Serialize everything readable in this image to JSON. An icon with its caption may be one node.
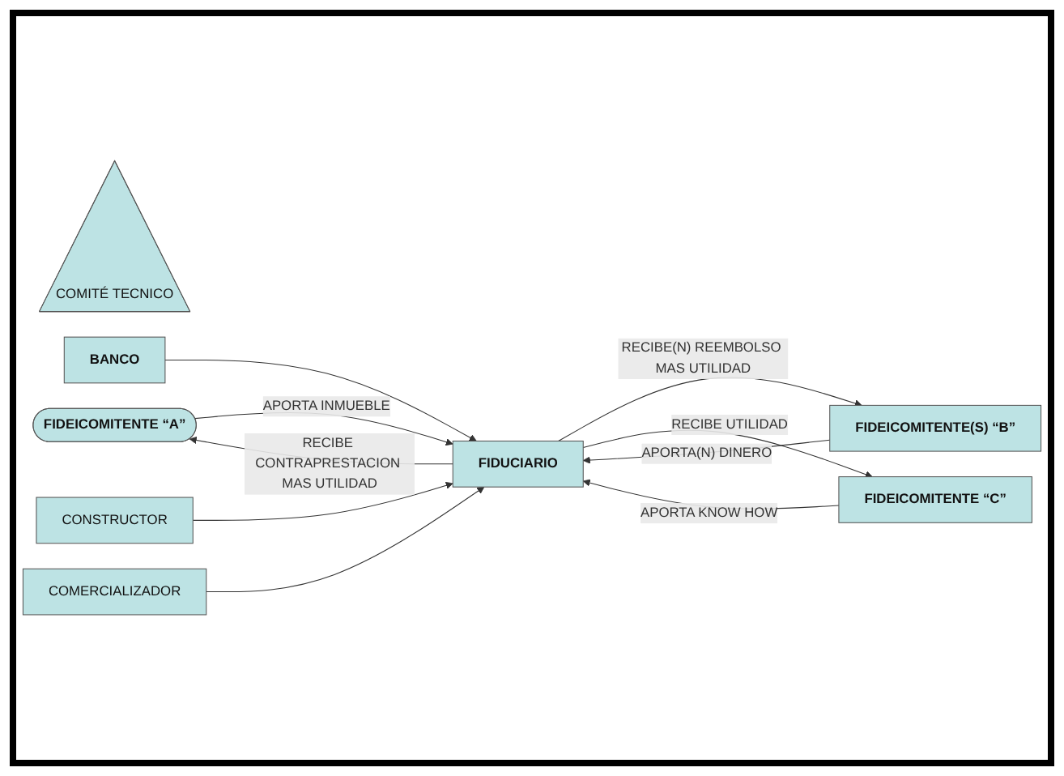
{
  "diagram": {
    "nodes": [
      {
        "text": [
          "COMITÉ TECNICO"
        ]
      },
      {
        "text": [
          "FIDEICOMITENTE “A”"
        ]
      },
      {
        "text": [
          "BANCO"
        ]
      },
      {
        "text": [
          "FIDUCIARIO"
        ]
      },
      {
        "text": [
          "CONSTRUCTOR"
        ]
      },
      {
        "text": [
          "FIDEICOMITENTE(S) “B”"
        ]
      },
      {
        "text": [
          "COMERCIALIZADOR"
        ]
      },
      {
        "text": [
          "FIDEICOMITENTE “C”"
        ]
      }
    ],
    "edges": [
      {
        "from": 1,
        "to": 3,
        "label": "APORTA INMUEBLE",
        "arrow": "to"
      },
      {
        "from": 3,
        "to": 1,
        "label": "RECIBE CONTRAPRESTACION MAS UTILIDAD",
        "arrow": "to"
      },
      {
        "from": 5,
        "to": 3,
        "label": "APORTA(N) DINERO",
        "arrow": "to"
      },
      {
        "from": 3,
        "to": 5,
        "label": "RECIBE(N) REEMBOLSO MAS UTILIDAD",
        "arrow": "to"
      },
      {
        "from": 7,
        "to": 3,
        "label": "APORTA KNOW HOW",
        "arrow": "to"
      },
      {
        "from": 3,
        "to": 7,
        "label": "RECIBE UTILIDAD",
        "arrow": "to"
      },
      {
        "from": 2,
        "to": 3,
        "arrow": "to"
      },
      {
        "from": 4,
        "to": 3,
        "arrow": "to"
      },
      {
        "from": 6,
        "to": 3,
        "arrow": "to"
      }
    ]
  }
}
